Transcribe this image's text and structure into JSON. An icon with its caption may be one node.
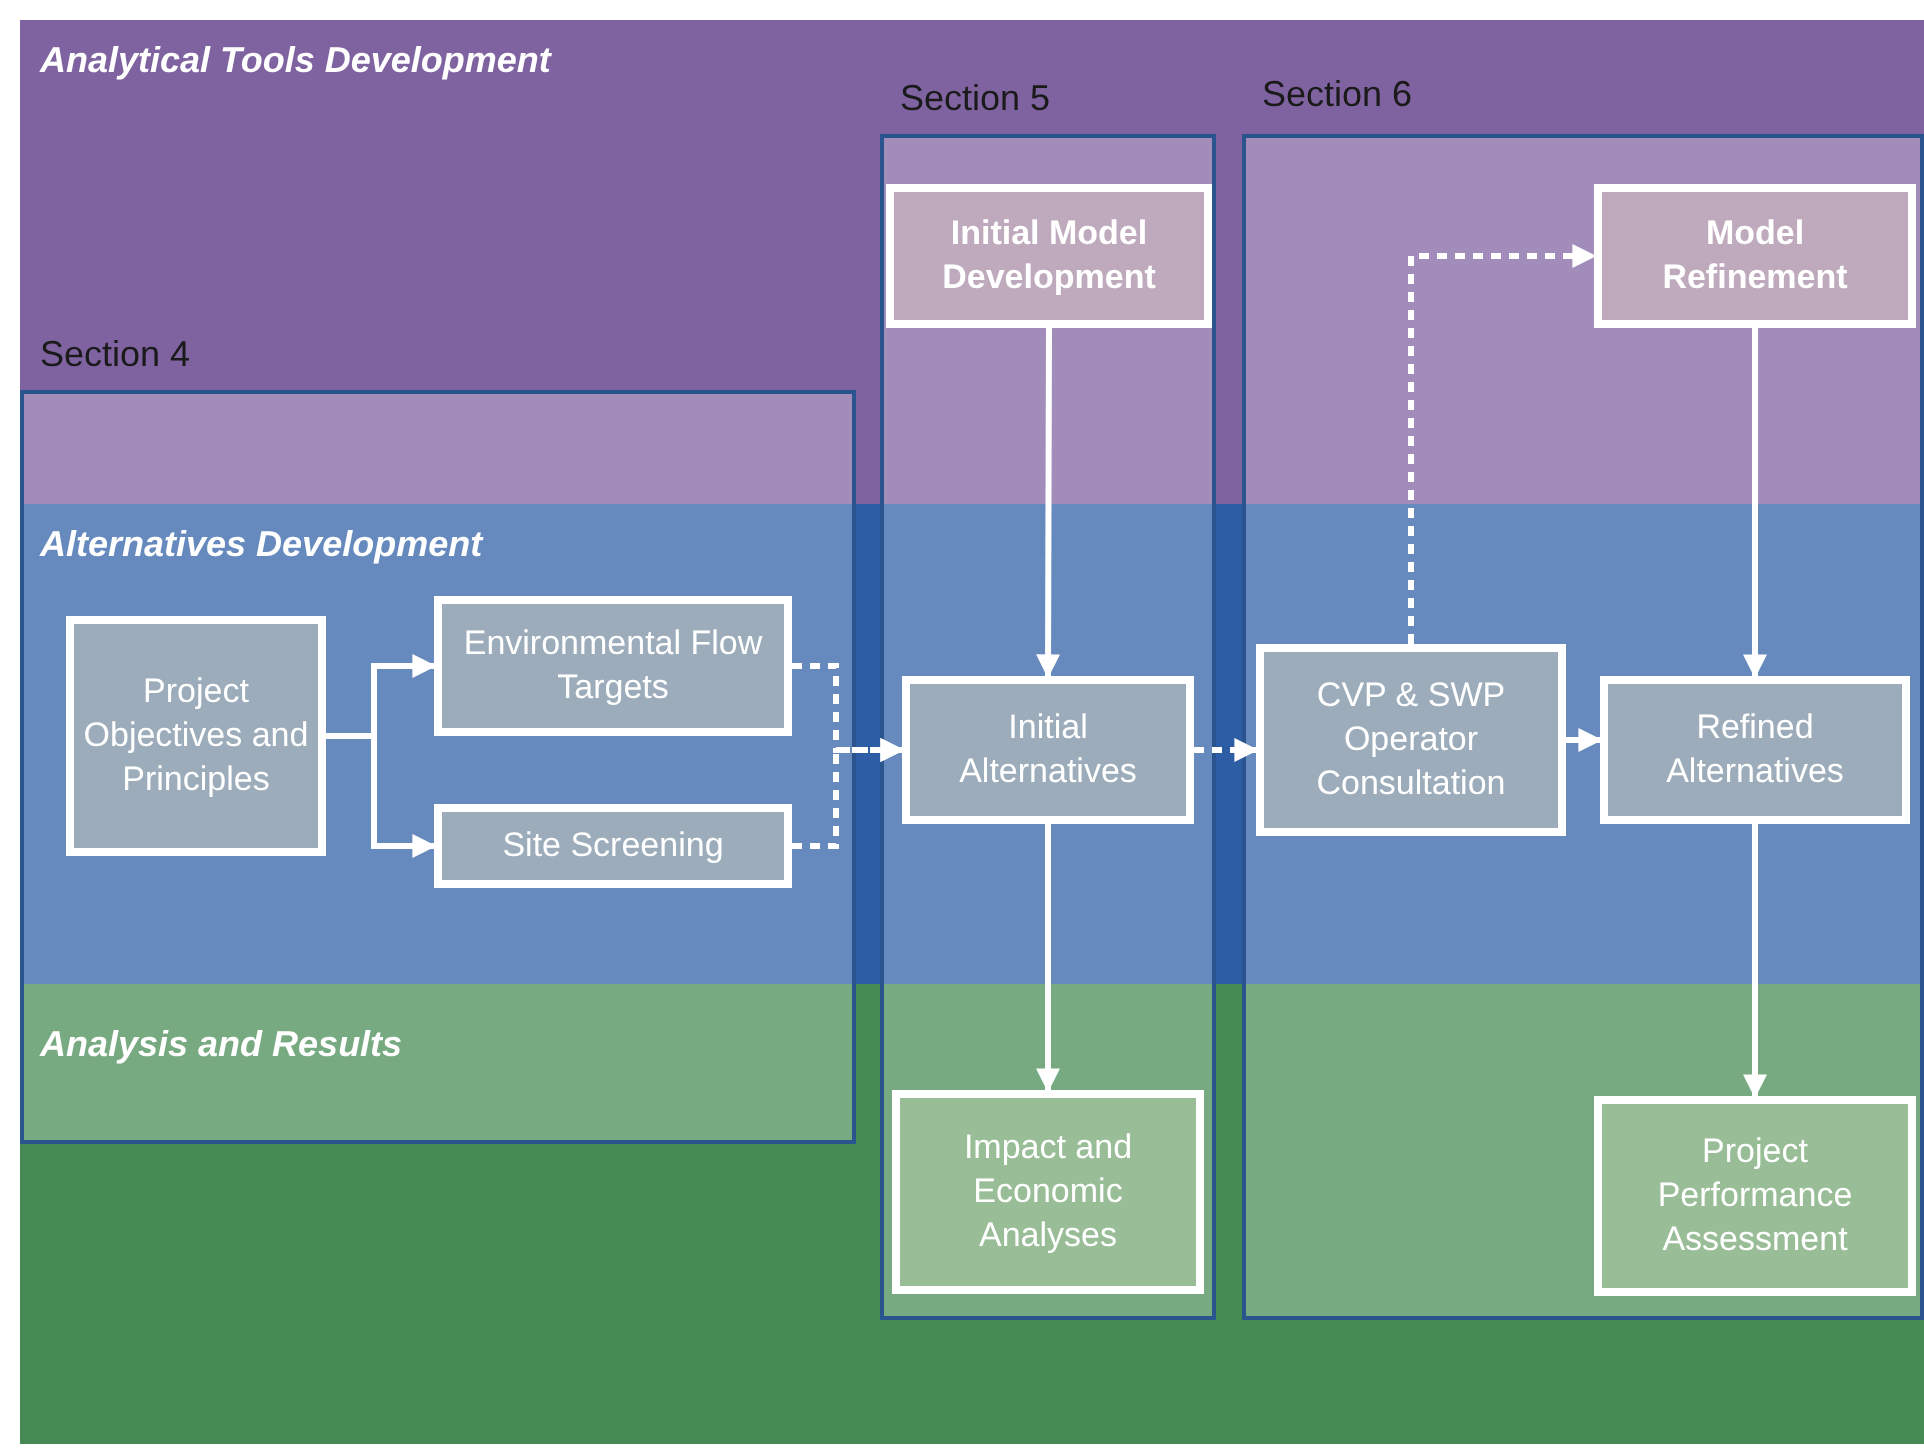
{
  "diagram": {
    "nodes": [
      {
        "text": [
          "Section 4"
        ]
      },
      {
        "text": [
          "Project Objectives and Principles"
        ],
        "in": 0
      },
      {
        "text": [
          "Environmental Flow Targets"
        ],
        "in": 0
      },
      {
        "text": [
          "Site Screening"
        ],
        "in": 0
      },
      {
        "text": [
          "Section 5"
        ]
      },
      {
        "text": [
          "Initial Model Development"
        ],
        "in": 4
      },
      {
        "text": [
          "Initial Alternatives"
        ],
        "in": 4
      },
      {
        "text": [
          "Impact and Economic Analyses"
        ],
        "in": 4
      },
      {
        "text": [
          "Section 6"
        ]
      },
      {
        "text": [
          "Model Refinement"
        ],
        "in": 8
      },
      {
        "text": [
          "CVP & SWP Operator Consultation"
        ],
        "in": 8
      },
      {
        "text": [
          "Refined Alternatives"
        ],
        "in": 8
      },
      {
        "text": [
          "Project Performance Assessment"
        ],
        "in": 8
      }
    ],
    "edges": [
      {
        "from": 1,
        "to": 2,
        "arrow": "to"
      },
      {
        "from": 1,
        "to": 3,
        "arrow": "to"
      },
      {
        "from": 2,
        "to": 6,
        "arrow": "to",
        "style": "dashed"
      },
      {
        "from": 3,
        "to": 6,
        "arrow": "to",
        "style": "dashed"
      },
      {
        "from": 5,
        "to": 6,
        "arrow": "to"
      },
      {
        "from": 6,
        "to": 7,
        "arrow": "to"
      },
      {
        "from": 6,
        "to": 10,
        "arrow": "to",
        "style": "dashed"
      },
      {
        "from": 10,
        "to": 9,
        "arrow": "to",
        "style": "dashed"
      },
      {
        "from": 10,
        "to": 11,
        "arrow": "to"
      },
      {
        "from": 9,
        "to": 11,
        "arrow": "to"
      },
      {
        "from": 11,
        "to": 12,
        "arrow": "to"
      }
    ],
    "labels": [
      "Analytical Tools Development",
      "Alternatives Development",
      "Analysis and Results"
    ]
  }
}
